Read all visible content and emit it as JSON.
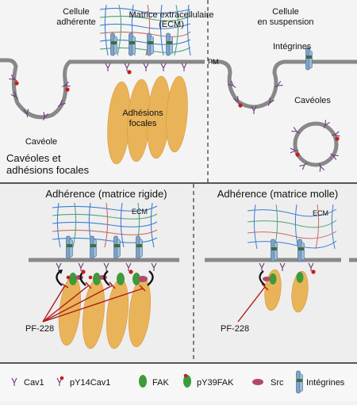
{
  "top": {
    "adherent_l1": "Cellule",
    "adherent_l2": "adhérente",
    "ecm_l1": "Matrice extracellulaire",
    "ecm_l2": "(ECM)",
    "suspension_l1": "Cellule",
    "suspension_l2": "en suspension",
    "integrins": "Intégrines",
    "pm": "PM",
    "focal_l1": "Adhésions",
    "focal_l2": "focales",
    "caveola": "Cavéole",
    "caveolae": "Cavéoles",
    "panel_title_l1": "Cavéoles et",
    "panel_title_l2": "adhésions focales"
  },
  "bottom": {
    "rigid_title": "Adhérence (matrice rigide)",
    "soft_title": "Adhérence (matrice molle)",
    "ecm": "ECM",
    "inhibitor": "PF-228"
  },
  "legend": {
    "cav1": "Cav1",
    "py14cav1": "pY14Cav1",
    "fak": "FAK",
    "py39fak": "pY39FAK",
    "src": "Src",
    "integrins": "Intégrines"
  },
  "colors": {
    "focal_adhesion": "#e9b35a",
    "fak": "#3e9a3a",
    "phospho": "#c71c1c",
    "src": "#b04a6c",
    "cav1": "#6b3a78",
    "integrin": "#7fa3c8",
    "inhibition": "#b01c1c"
  }
}
